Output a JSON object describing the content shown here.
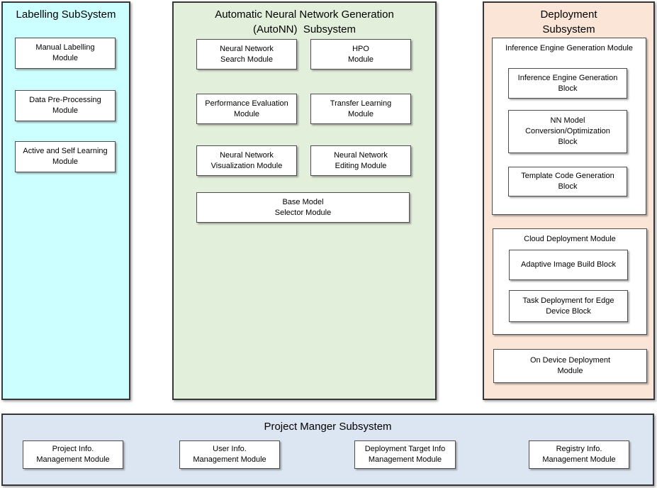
{
  "labelling": {
    "title": "Labelling SubSystem",
    "modules": [
      {
        "label": "Manual Labelling\nModule"
      },
      {
        "label": "Data Pre-Processing\nModule"
      },
      {
        "label": "Active and Self Learning\nModule"
      }
    ]
  },
  "autonn": {
    "title": "Automatic Neural Network Generation\n(AutoNN)  Subsystem",
    "modules": [
      {
        "label": "Neural Network\nSearch Module"
      },
      {
        "label": "HPO\nModule"
      },
      {
        "label": "Performance Evaluation\nModule"
      },
      {
        "label": "Transfer Learning\nModule"
      },
      {
        "label": "Neural Network\nVisualization Module"
      },
      {
        "label": "Neural Network\nEditing Module"
      },
      {
        "label": "Base Model\nSelector Module"
      }
    ]
  },
  "deployment": {
    "title": "Deployment\nSubsystem",
    "inference_module": {
      "label": "Inference Engine Generation Module",
      "blocks": [
        {
          "label": "Inference Engine Generation\nBlock"
        },
        {
          "label": "NN Model\nConversion/Optimization\nBlock"
        },
        {
          "label": "Template Code Generation\nBlock"
        }
      ]
    },
    "cloud_module": {
      "label": "Cloud Deployment Module",
      "blocks": [
        {
          "label": "Adaptive Image Build Block"
        },
        {
          "label": "Task Deployment for Edge\nDevice Block"
        }
      ]
    },
    "on_device_module": {
      "label": "On Device Deployment\nModule"
    }
  },
  "project_manager": {
    "title": "Project Manger Subsystem",
    "modules": [
      {
        "label": "Project Info.\nManagement Module"
      },
      {
        "label": "User Info.\nManagement Module"
      },
      {
        "label": "Deployment Target Info\nManagement Module"
      },
      {
        "label": "Registry Info.\nManagement Module"
      }
    ]
  },
  "colors": {
    "labelling_bg": "#CCFFFF",
    "autonn_bg": "#E2EFDA",
    "deployment_bg": "#FBE5D6",
    "project_manager_bg": "#DCE6F2",
    "box_bg": "#FFFFFF",
    "panel_border": "#373737",
    "box_border": "#4D4D4D",
    "text": "#000000"
  }
}
